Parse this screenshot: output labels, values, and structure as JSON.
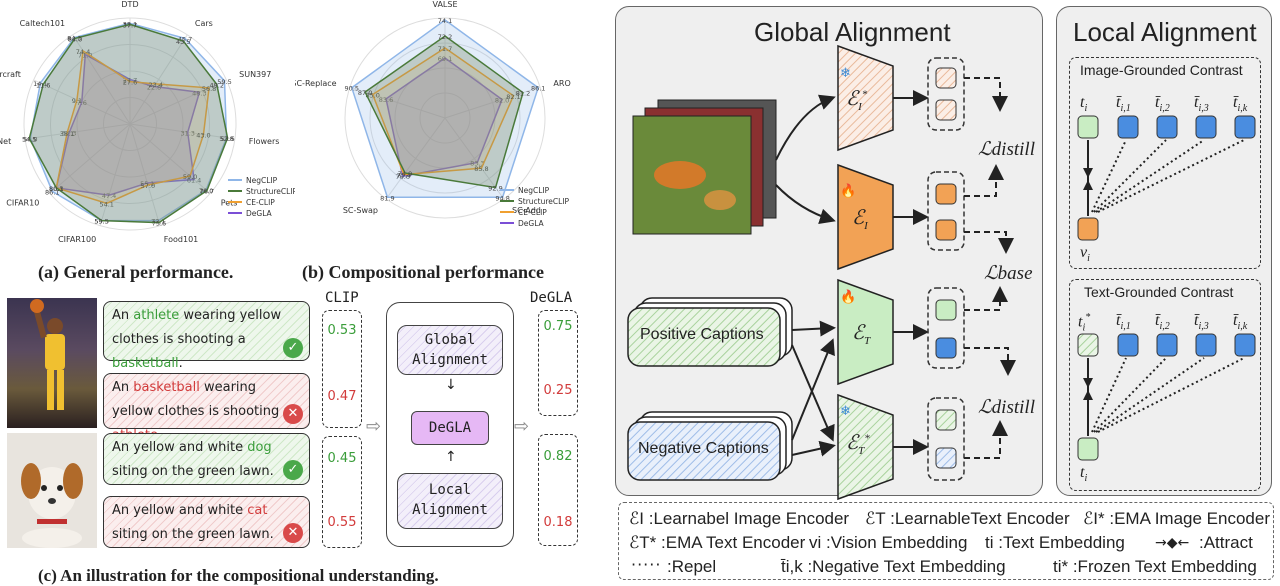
{
  "radar_general": {
    "axes": [
      "DTD",
      "Cars",
      "SUN397",
      "Flowers",
      "Pets",
      "Food101",
      "CIFAR100",
      "CIFAR10",
      "ImageNet",
      "Aircraft",
      "Caltech101"
    ],
    "value_labels": [
      [
        "38.1",
        "45.7",
        "59.5",
        "52.8",
        "76.0",
        "72.1",
        "59.5",
        "86.1",
        "54.0",
        "14.1",
        "84.3"
      ],
      [
        "37.7",
        "43.5",
        "49.2",
        "53.5",
        "76.7",
        "75.6",
        "59.5",
        "80.1",
        "54.5",
        "11.6",
        "84.0"
      ],
      [
        "27.6",
        "23.4",
        "56.8",
        "43.0",
        "59.0",
        "57.0",
        "54.1",
        "80.3",
        "38.1",
        "9.1",
        "74.4"
      ],
      [
        "27.7",
        "22.8",
        "48.3",
        "31.3",
        "61.4",
        "55.1",
        "47.4",
        "80.5",
        "37.3",
        "7.6",
        "71.0"
      ]
    ],
    "caption": "(a) General performance."
  },
  "radar_comp": {
    "axes": [
      "VALSE",
      "ARO",
      "SC-Add",
      "SC-Swap",
      "SC-Replace"
    ],
    "value_labels": [
      [
        "74.1",
        "86.1",
        "94.8",
        "81.9",
        "90.5"
      ],
      [
        "72.2",
        "81.2",
        "92.9",
        "74.9",
        "87.0"
      ],
      [
        "71.7",
        "82.1",
        "85.8",
        "75.4",
        "85.0"
      ],
      [
        "69.1",
        "82.0",
        "83.3",
        "76.6",
        "83.6"
      ]
    ],
    "caption": "(b) Compositional performance"
  },
  "legend_a": [
    "NegCLIP",
    "StructureCLIP",
    "CE-CLIP",
    "DeGLA"
  ],
  "legend_b": [
    "NegCLIP",
    "StructureCLIP",
    "CE-CLIP",
    "DeGLA"
  ],
  "colors": {
    "negclip": "#8fb6e8",
    "structure": "#4a7a3a",
    "ceclip": "#f0a030",
    "degla": "#7b4fd6"
  },
  "illustration": {
    "clip_label": "CLIP",
    "degla_label": "DeGLA",
    "captions": [
      {
        "pre": "An ",
        "hl": "athlete",
        "mid": " wearing yellow clothes is shooting a ",
        "hl2": "basketball",
        "post": ".",
        "ok": true
      },
      {
        "pre": "An ",
        "hl": "basketball",
        "mid": " wearing yellow clothes is shooting a ",
        "hl2": "athlete",
        "post": ".",
        "ok": false
      },
      {
        "pre": "An yellow and white ",
        "hl": "dog",
        "mid": " siting on the green lawn.",
        "hl2": "",
        "post": "",
        "ok": true
      },
      {
        "pre": "An yellow and white ",
        "hl": "cat",
        "mid": " siting on the green lawn.",
        "hl2": "",
        "post": "",
        "ok": false
      }
    ],
    "clip_scores": [
      "0.53",
      "0.47",
      "0.45",
      "0.55"
    ],
    "degla_scores": [
      "0.75",
      "0.25",
      "0.82",
      "0.18"
    ],
    "global_alignment": "Global Alignment",
    "degla_center": "DeGLA",
    "local_alignment": "Local Alignment",
    "caption": "(c) An illustration for the compositional understanding."
  },
  "framework": {
    "global_title": "Global Alignment",
    "local_title": "Local Alignment",
    "image_grounded": "Image-Grounded Contrast",
    "text_grounded": "Text-Grounded Contrast",
    "positive_captions": "Positive Captions",
    "negative_captions": "Negative Captions",
    "l_distill_top": "ℒdistill",
    "l_base": "ℒbase",
    "l_distill_bottom": "ℒdistill"
  },
  "legend_symbols": {
    "ei": "ℰI :Learnabel Image Encoder",
    "et": "ℰT :LearnableText Encoder",
    "ei_star": "ℰI* :EMA Image Encoder",
    "et_star": "ℰT* :EMA Text Encoder",
    "vi": "vi :Vision Embedding",
    "ti": "ti :Text Embedding",
    "attract": ":Attract",
    "repel": ":Repel",
    "tik": "t̄i,k :Negative Text Embedding",
    "ti_star": "ti* :Frozen Text Embedding"
  }
}
